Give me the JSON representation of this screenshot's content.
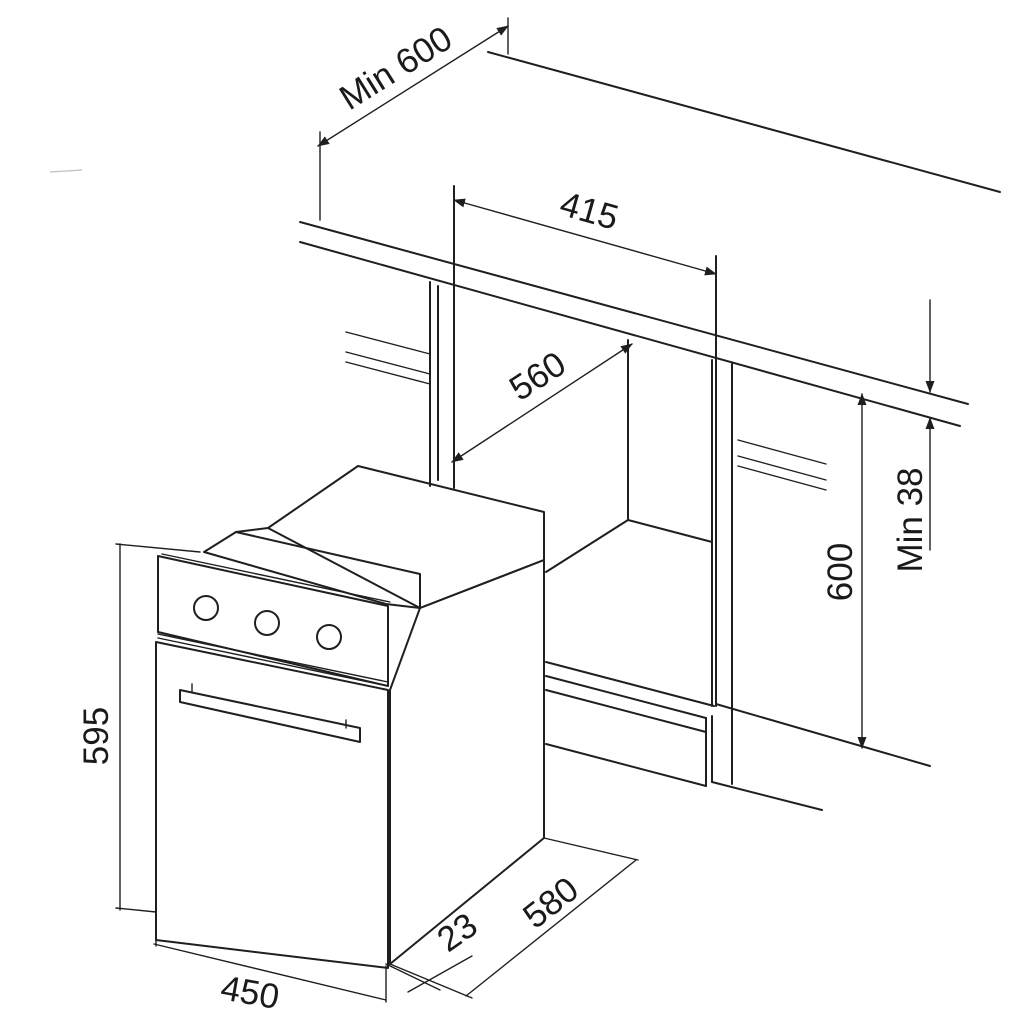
{
  "diagram": {
    "dimensions": {
      "min_depth": "Min 600",
      "opening_offset": "415",
      "opening_depth": "560",
      "opening_height": "600",
      "min_gap": "Min 38",
      "oven_height": "595",
      "oven_width": "450",
      "door_thickness": "23",
      "oven_depth": "580"
    },
    "oven": {
      "knob_count": 3
    },
    "colors": {
      "line": "#1f1f1f",
      "background": "#ffffff"
    }
  }
}
